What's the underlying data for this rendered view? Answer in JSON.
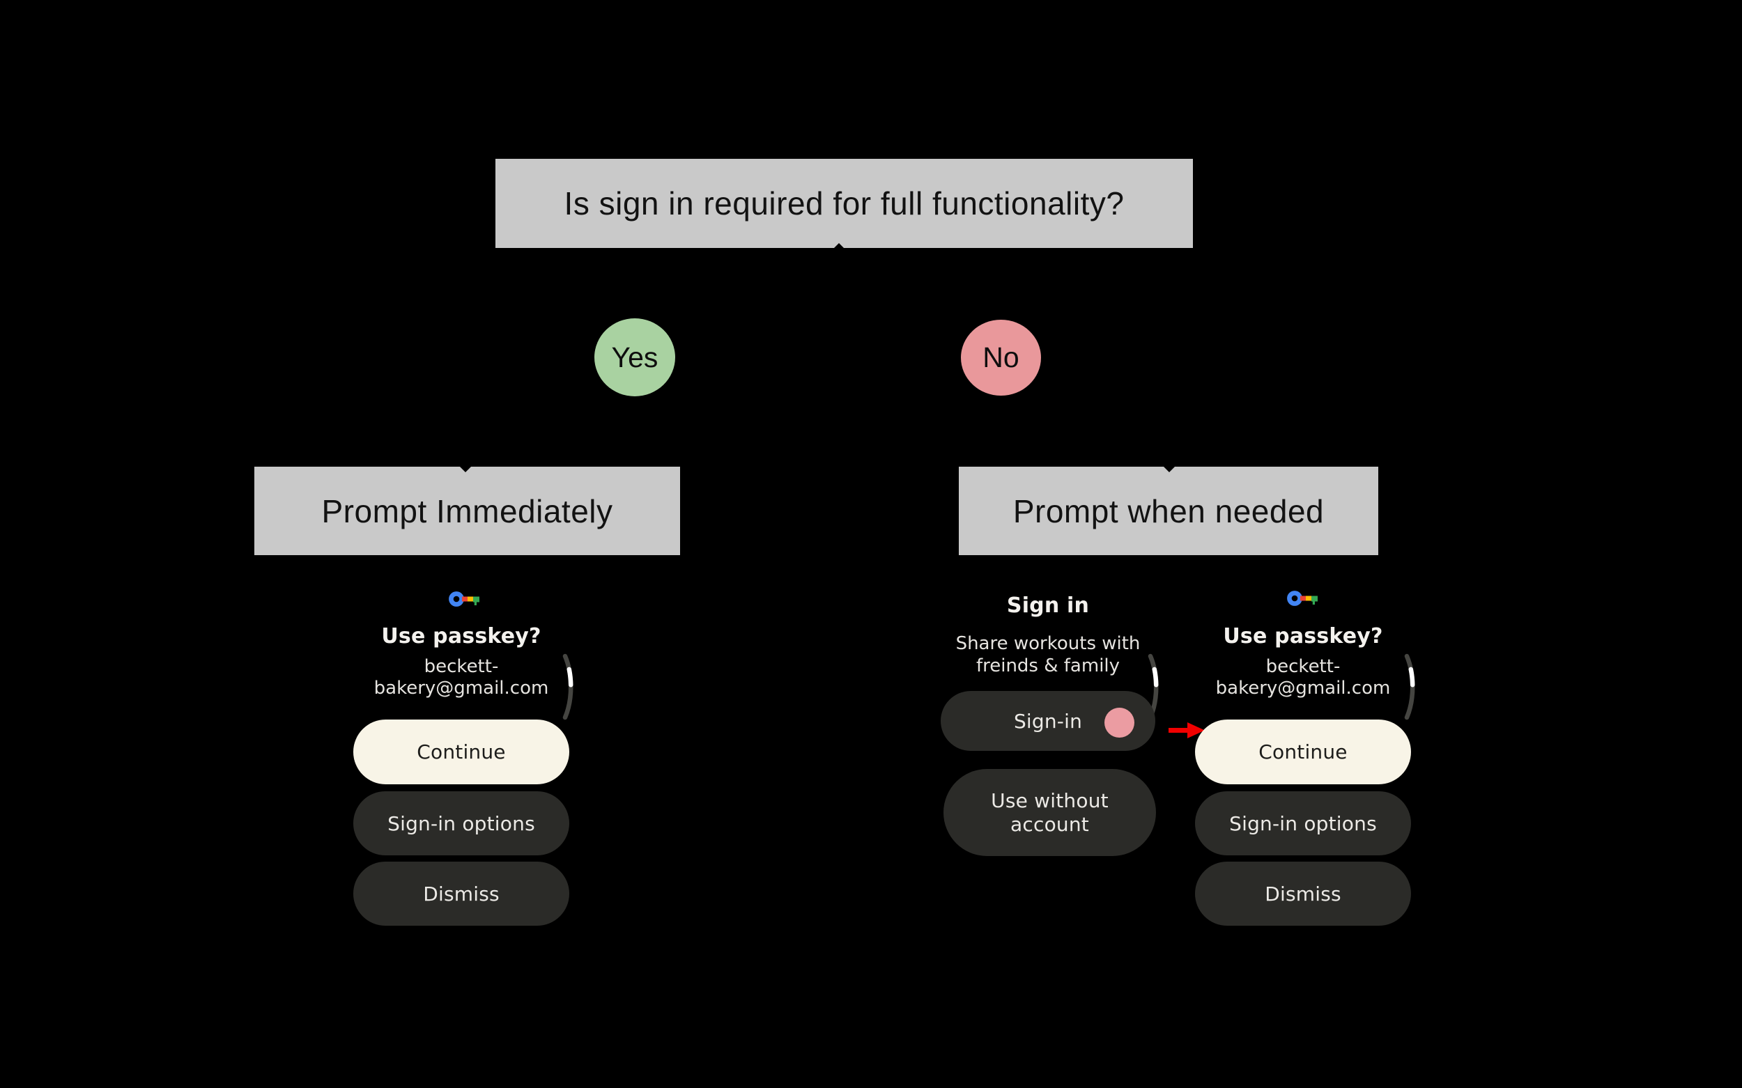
{
  "title": "Is sign in required for full functionality?",
  "branches": {
    "yes": {
      "label": "Yes",
      "box_label": "Prompt Immediately"
    },
    "no": {
      "label": "No",
      "box_label": "Prompt when needed"
    }
  },
  "watch_passkey_left": {
    "heading": "Use passkey?",
    "email_line1": "beckett-",
    "email_line2": "bakery@gmail.com",
    "continue_label": "Continue",
    "signin_options_label": "Sign-in options",
    "dismiss_label": "Dismiss"
  },
  "watch_signin": {
    "heading": "Sign in",
    "subtitle_line1": "Share workouts with",
    "subtitle_line2": "freinds & family",
    "signin_label": "Sign-in",
    "use_without_line1": "Use without",
    "use_without_line2": "account"
  },
  "watch_passkey_right": {
    "heading": "Use passkey?",
    "email_line1": "beckett-",
    "email_line2": "bakery@gmail.com",
    "continue_label": "Continue",
    "signin_options_label": "Sign-in options",
    "dismiss_label": "Dismiss"
  },
  "icons": {
    "passkey_icon": "google-passkey-key",
    "scroll_indicator": "scroll-position-arc",
    "tap_indicator": "tap-highlight-dot",
    "flow_arrow": "red-arrow-right"
  },
  "colors": {
    "background": "#000000",
    "box_gray": "#C9C9C9",
    "yes_green": "#A9D2A1",
    "no_red": "#E9989B",
    "tap_pink": "#EB9CA2",
    "arrow_red": "#F10000",
    "button_cream": "#F8F4E7",
    "button_dark": "#2B2B28",
    "passkey_blue": "#4285F4",
    "passkey_red": "#EA4335",
    "passkey_yellow": "#FBBC04",
    "passkey_green": "#34A853"
  }
}
